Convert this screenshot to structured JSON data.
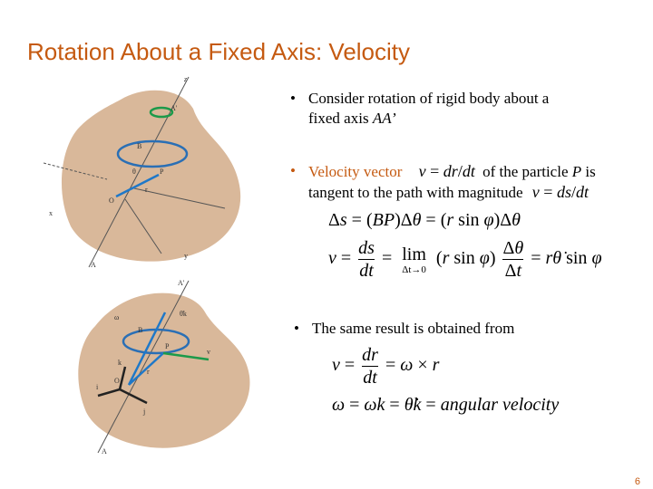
{
  "title": "Rotation About a Fixed Axis:  Velocity",
  "bullets": [
    {
      "line1": "Consider rotation of rigid body about a",
      "line2_text": "fixed axis ",
      "line2_italic": "AA’"
    },
    {
      "label": "Velocity vector",
      "after": "of the particle ",
      "P": "P",
      "is": " is",
      "line2": "tangent to the path with magnitude"
    },
    {
      "text": "The same result is obtained from"
    }
  ],
  "equations": {
    "v_def": "v = dr/dt",
    "v_mag": "v = ds/dt",
    "delta_s": "Δs = (BP)Δθ = (r sin φ)Δθ",
    "v_limit": "v = ds/dt = lim (r sin φ) Δθ/Δt = r θ̇ sin φ",
    "lim_sub": "Δt→0",
    "cross": "v = dr/dt = ω × r",
    "omega": "ω = ωk = θ̇k = angular velocity",
    "omega_label": "angular velocity"
  },
  "figure_labels": {
    "top": [
      "z",
      "A'",
      "B",
      "θ",
      "P",
      "O",
      "r",
      "φ",
      "x",
      "y",
      "A"
    ],
    "bottom": [
      "A'",
      "θ̇k",
      "ω",
      "B",
      "P",
      "v",
      "k",
      "r",
      "O",
      "i",
      "j",
      "A"
    ]
  },
  "page_number": "6",
  "colors": {
    "title": "#c55a11",
    "body": "#d9b89a",
    "vector": "#1f78c8",
    "path": "#2a6fb5",
    "arrow_green": "#1c9a4a"
  }
}
